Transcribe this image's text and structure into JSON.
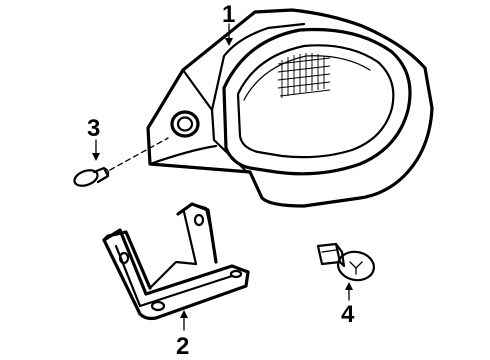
{
  "callouts": {
    "housing": "1",
    "bracket": "2",
    "clip": "3",
    "bulb": "4"
  },
  "colors": {
    "ink": "#000000",
    "paper": "#ffffff"
  }
}
